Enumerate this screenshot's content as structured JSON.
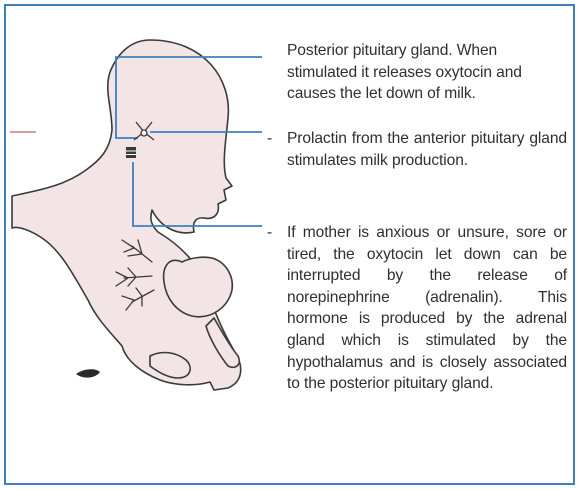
{
  "colors": {
    "frame": "#3f7fc0",
    "leader_line": "#3f7fc0",
    "skin_fill": "#f3e4e6",
    "outline": "#3a3a3a",
    "text": "#2f2f2f"
  },
  "icons": [
    "pituitary-gland-icon",
    "adrenal-gland-marker-icon",
    "mother-breastfeeding-illustration"
  ],
  "annotations": {
    "posterior": "Posterior pituitary gland. When stimulated it releases oxytocin and causes the let down of milk.",
    "prolactin": {
      "bullet": "-",
      "text": "Prolactin from the anterior pituitary gland stimulates milk production."
    },
    "stress": {
      "bullet": "-",
      "text": "If mother is anxious or unsure, sore or tired, the oxytocin let down can be interrupted by the release of norepinephrine (adrenalin). This hormone is produced by the adrenal gland which is stimulated by the hypothalamus and is closely associated to the posterior pituitary gland."
    }
  }
}
